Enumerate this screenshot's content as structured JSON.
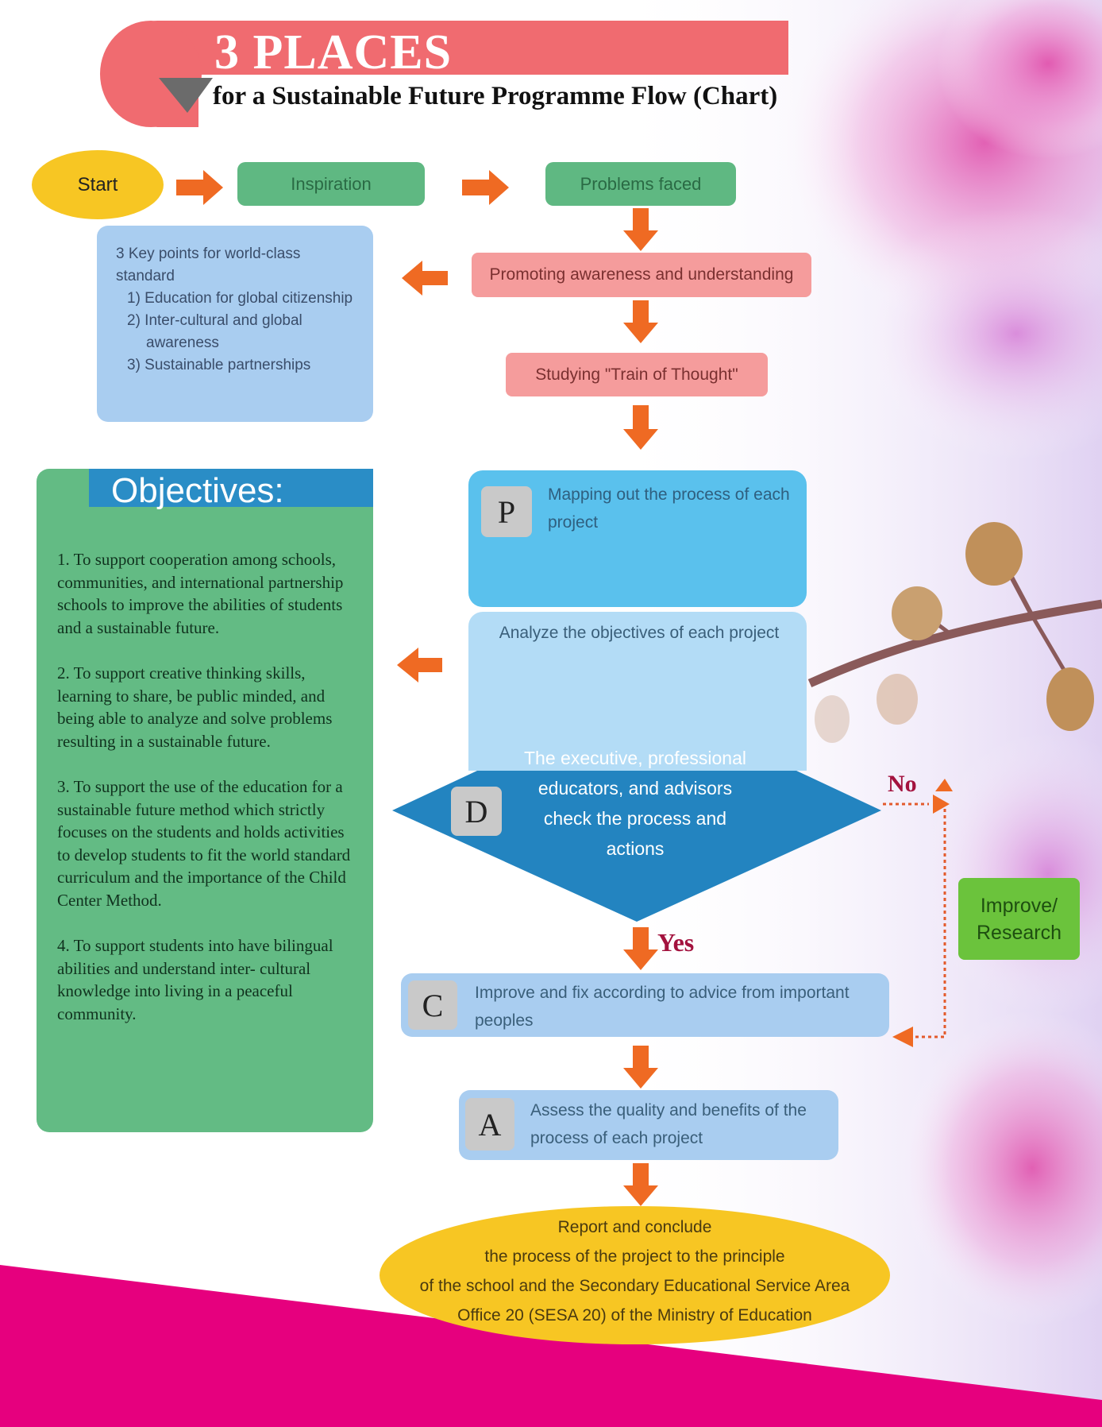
{
  "header": {
    "title": "3 PLACES",
    "subtitle": "for a Sustainable Future Programme Flow (Chart)"
  },
  "flow": {
    "start": "Start",
    "inspiration": "Inspiration",
    "problems": "Problems faced",
    "promoting": "Promoting awareness and understanding",
    "studying": "Studying \"Train of Thought\"",
    "p_letter": "P",
    "p_text": "Mapping out the process of each project",
    "analyze": "Analyze the objectives of each project",
    "d_letter": "D",
    "d_text": "The executive, professional educators, and advisors check the process and actions",
    "no_label": "No",
    "yes_label": "Yes",
    "improve": "Improve/ Research",
    "c_letter": "C",
    "c_text": "Improve and fix according to advice from important peoples",
    "a_letter": "A",
    "a_text": "Assess the quality and benefits of the process of each project",
    "report": {
      "line1": "Report and conclude",
      "line2": "the process of the project to the principle",
      "line3": "of the school and the Secondary Educational Service Area",
      "line4": "Office 20 (SESA 20) of the Ministry of Education"
    }
  },
  "key_points": {
    "heading": "3 Key points for world-class standard",
    "items": [
      "1) Education for global citizenship",
      "2) Inter-cultural and global awareness",
      "3) Sustainable partnerships"
    ]
  },
  "objectives": {
    "title": "Objectives:",
    "items": [
      "1. To support cooperation among schools, communities, and international partnership schools to improve the abilities of students and a sustainable future.",
      "2. To support creative thinking skills, learning to share, be public minded, and being able to analyze and solve problems resulting in a sustainable future.",
      "3. To support the use of the education for a sustainable future method which strictly focuses on the students and holds activities to develop students to fit the world standard curriculum and the importance of the Child Center Method.",
      "4. To support students into have bilingual abilities and understand inter- cultural knowledge into living in a peaceful community."
    ]
  },
  "colors": {
    "title_banner": "#f06b70",
    "arrow": "#ef6a23",
    "green_box": "#5fb882",
    "pink_box": "#f59c9c",
    "light_blue": "#a9cdf0",
    "p_block": "#5ac1ed",
    "diamond": "#2384c0",
    "report_ellipse": "#f7c623",
    "bottom_band": "#e6007e",
    "feedback_line": "#e35a2c"
  }
}
